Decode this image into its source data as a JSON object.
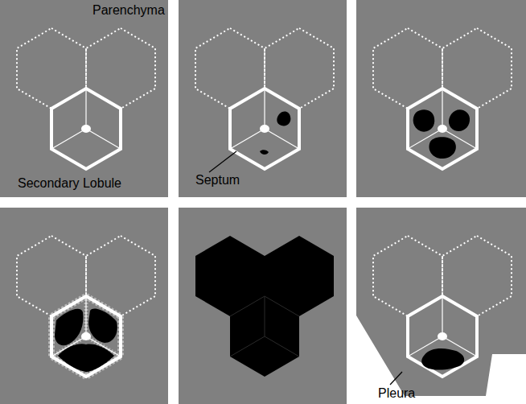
{
  "diagram": {
    "labels": [
      "Parenchyma",
      "Secondary Lobule",
      "Septum",
      "Pleura"
    ]
  }
}
